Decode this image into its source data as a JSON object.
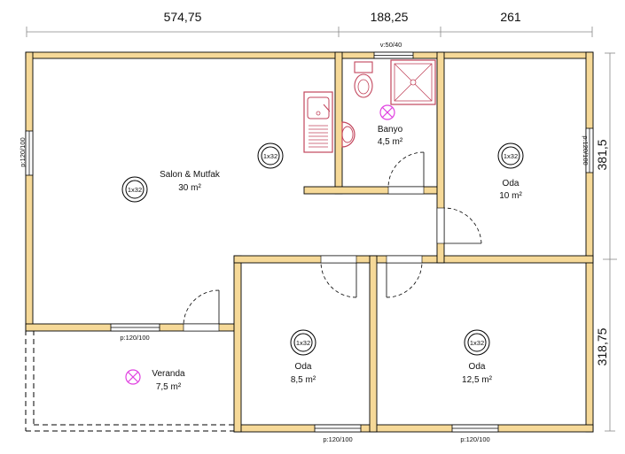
{
  "dimensions": {
    "top": [
      "574,75",
      "188,25",
      "261"
    ],
    "right": [
      "381,5",
      "318,75"
    ]
  },
  "rooms": {
    "salon": {
      "name": "Salon & Mutfak",
      "area": "30 m²"
    },
    "banyo": {
      "name": "Banyo",
      "area": "4,5 m²"
    },
    "oda_top": {
      "name": "Oda",
      "area": "10 m²"
    },
    "veranda": {
      "name": "Veranda",
      "area": "7,5 m²"
    },
    "oda_mid": {
      "name": "Oda",
      "area": "8,5 m²"
    },
    "oda_big": {
      "name": "Oda",
      "area": "12,5 m²"
    }
  },
  "openings": {
    "banyo_window": "v:50/40",
    "left_window": "p:120/100",
    "right_window": "p:120/100",
    "veranda_window": "p:120/100",
    "bottom_window_mid": "p:120/100",
    "bottom_window_right": "p:120/100"
  },
  "lamp_label": "1x32",
  "colors": {
    "wall_fill": "#f6d998",
    "wall_stroke": "#000000",
    "fixture": "#c2455c",
    "light_marker": "#e040e0"
  },
  "icons": [
    "toilet-icon",
    "shower-icon",
    "sink-icon",
    "kitchen-sink-icon",
    "ceiling-light-icon",
    "light-point-icon"
  ]
}
